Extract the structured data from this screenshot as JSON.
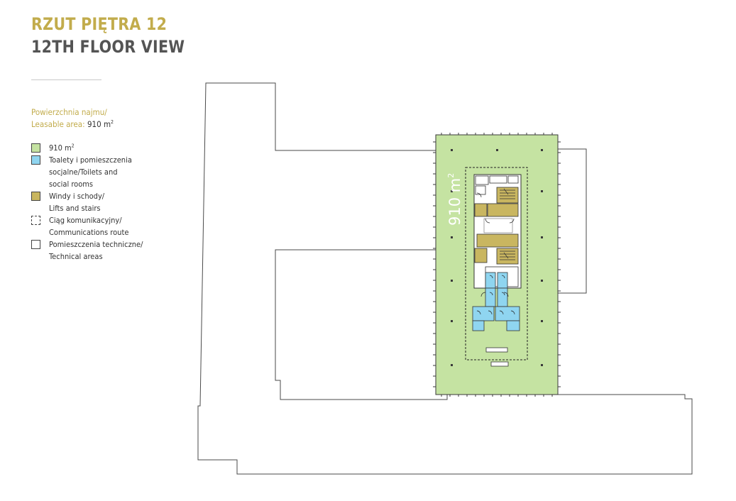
{
  "header": {
    "title_pl": "RZUT PIĘTRA 12",
    "title_en": "12TH FLOOR VIEW"
  },
  "area": {
    "label_pl": "Powierzchnia najmu/",
    "label_en": "Leasable area:",
    "value": "910 m",
    "unit_sup": "2"
  },
  "legend": {
    "items": [
      {
        "text": "910 m",
        "sup": "2"
      },
      {
        "lines": [
          "Toalety i pomieszczenia",
          "socjalne/Toilets and",
          "social rooms"
        ]
      },
      {
        "lines": [
          "Windy i schody/",
          "Lifts and stairs"
        ]
      },
      {
        "lines": [
          "Ciąg komunikacyjny/",
          "Communications route"
        ]
      },
      {
        "lines": [
          "Pomieszczenia techniczne/",
          "Technical areas"
        ]
      }
    ]
  },
  "plan": {
    "floor_label": "910 m",
    "floor_label_sup": "2"
  },
  "colors": {
    "title_gold": "#c2ac4c",
    "title_grey": "#545454",
    "leasable_green": "#c5e3a2",
    "toilets_blue": "#8fd5f0",
    "lifts_gold": "#c9b660"
  }
}
